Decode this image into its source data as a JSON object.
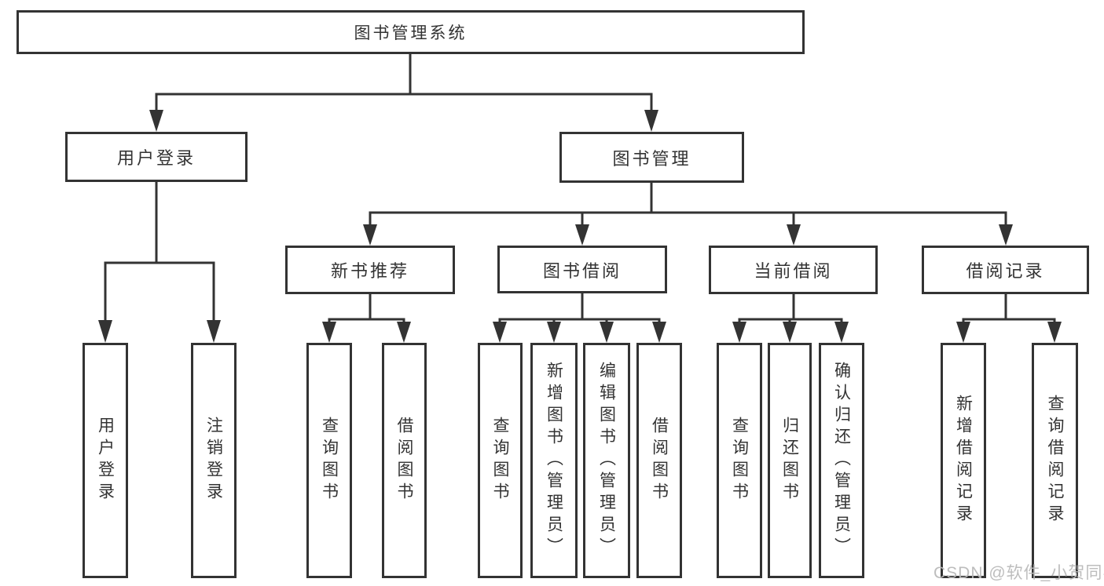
{
  "diagram": {
    "root": {
      "label": "图书管理系统"
    },
    "branches": [
      {
        "label": "用户登录",
        "children": [
          {
            "label": "用户登录"
          },
          {
            "label": "注销登录"
          }
        ]
      },
      {
        "label": "图书管理",
        "children": [
          {
            "label": "新书推荐",
            "children": [
              {
                "label": "查询图书"
              },
              {
                "label": "借阅图书"
              }
            ]
          },
          {
            "label": "图书借阅",
            "children": [
              {
                "label": "查询图书"
              },
              {
                "label": "新增图书（管理员）"
              },
              {
                "label": "编辑图书（管理员）"
              },
              {
                "label": "借阅图书"
              }
            ]
          },
          {
            "label": "当前借阅",
            "children": [
              {
                "label": "查询图书"
              },
              {
                "label": "归还图书"
              },
              {
                "label": "确认归还（管理员）"
              }
            ]
          },
          {
            "label": "借阅记录",
            "children": [
              {
                "label": "新增借阅记录"
              },
              {
                "label": "查询借阅记录"
              }
            ]
          }
        ]
      }
    ]
  },
  "watermark": {
    "text": "CSDN @软件_小贺同学"
  },
  "colors": {
    "line": "#333333",
    "box_border": "#333333",
    "box_fill": "#ffffff",
    "text": "#333333",
    "background": "#ffffff",
    "watermark": "#b9b9b9"
  }
}
